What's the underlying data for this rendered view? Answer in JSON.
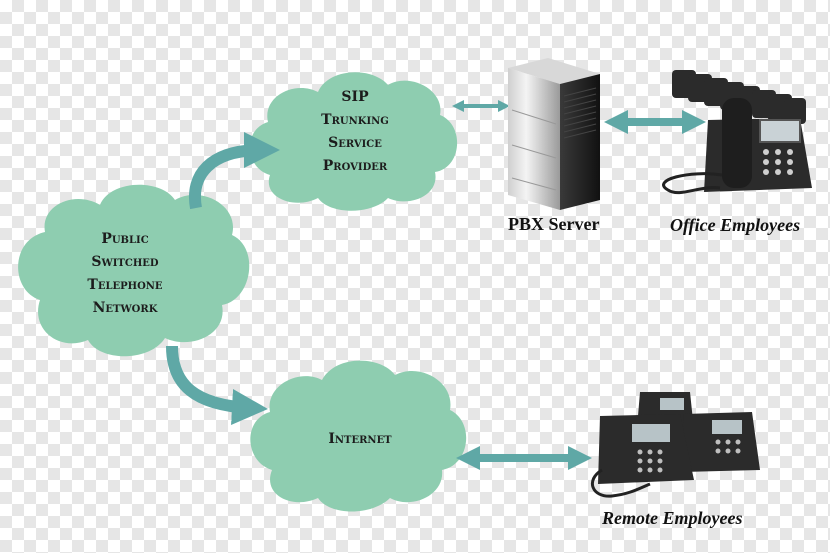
{
  "nodes": {
    "pstn": {
      "label": "Public\nSwitched\nTelephone\nNetwork"
    },
    "sip": {
      "label": "SIP\nTrunking\nService\nProvider"
    },
    "internet": {
      "label": "Internet"
    }
  },
  "captions": {
    "pbx": "PBX Server",
    "office": "Office Employees",
    "remote": "Remote Employees"
  },
  "colors": {
    "cloud": "#8ecdb0",
    "arrow": "#5fa8a6",
    "device": "#2b2b2b"
  },
  "icons": [
    "cloud-icon",
    "server-icon",
    "desk-phone-icon"
  ]
}
